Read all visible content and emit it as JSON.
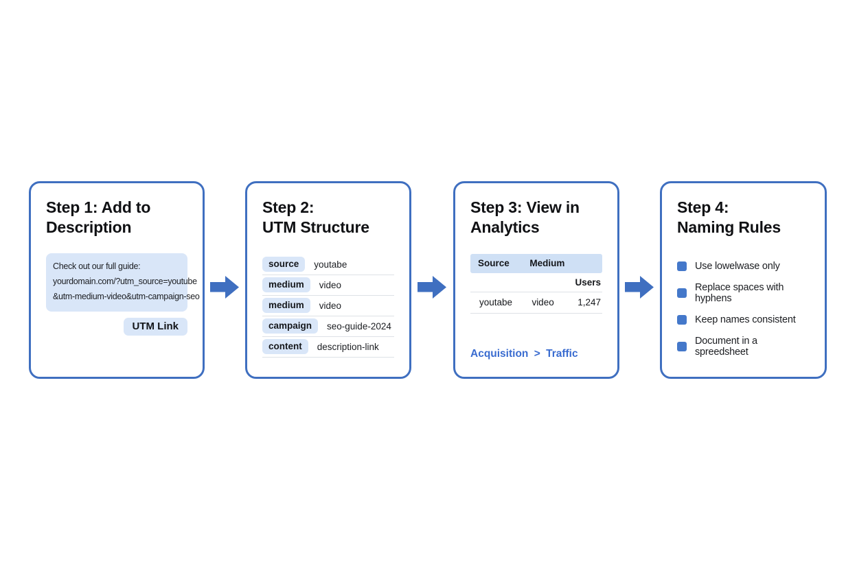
{
  "colors": {
    "accent-blue": "#3f6fc0",
    "light-blue": "#d9e6f8",
    "header-blue": "#cfe0f5",
    "bullet-blue": "#4478ca",
    "link-blue": "#3a6cd0",
    "text-dark": "#14161a",
    "divider": "#dde1e6",
    "background": "#ffffff"
  },
  "steps": [
    {
      "title_line1": "Step 1: Add to",
      "title_line2": "Description",
      "description_lines": [
        "Check out our full guide:",
        "yourdomain.com/?utm_source=youtube",
        "&utm-medium-video&utm-campaign-seo"
      ],
      "button_label": "UTM Link"
    },
    {
      "title_line1": "Step 2:",
      "title_line2": "UTM Structure",
      "rows": [
        {
          "label": "source",
          "value": "youtabe"
        },
        {
          "label": "medium",
          "value": "video"
        },
        {
          "label": "medium",
          "value": "video"
        },
        {
          "label": "campaign",
          "value": "seo-guide-2024"
        },
        {
          "label": "content",
          "value": "description-link"
        }
      ]
    },
    {
      "title_line1": "Step 3: View in",
      "title_line2": "Analytics",
      "table": {
        "header": [
          "Source",
          "Medium"
        ],
        "users_label": "Users",
        "row": {
          "source": "youtabe",
          "medium": "video",
          "users": "1,247"
        }
      },
      "breadcrumb": {
        "first": "Acquisition",
        "separator": ">",
        "second": "Traffic"
      }
    },
    {
      "title_line1": "Step 4:",
      "title_line2": "Naming Rules",
      "bullets": [
        "Use lowelwase only",
        "Replace spaces with hyphens",
        "Keep names consistent",
        "Document in a spreedsheet"
      ]
    }
  ]
}
